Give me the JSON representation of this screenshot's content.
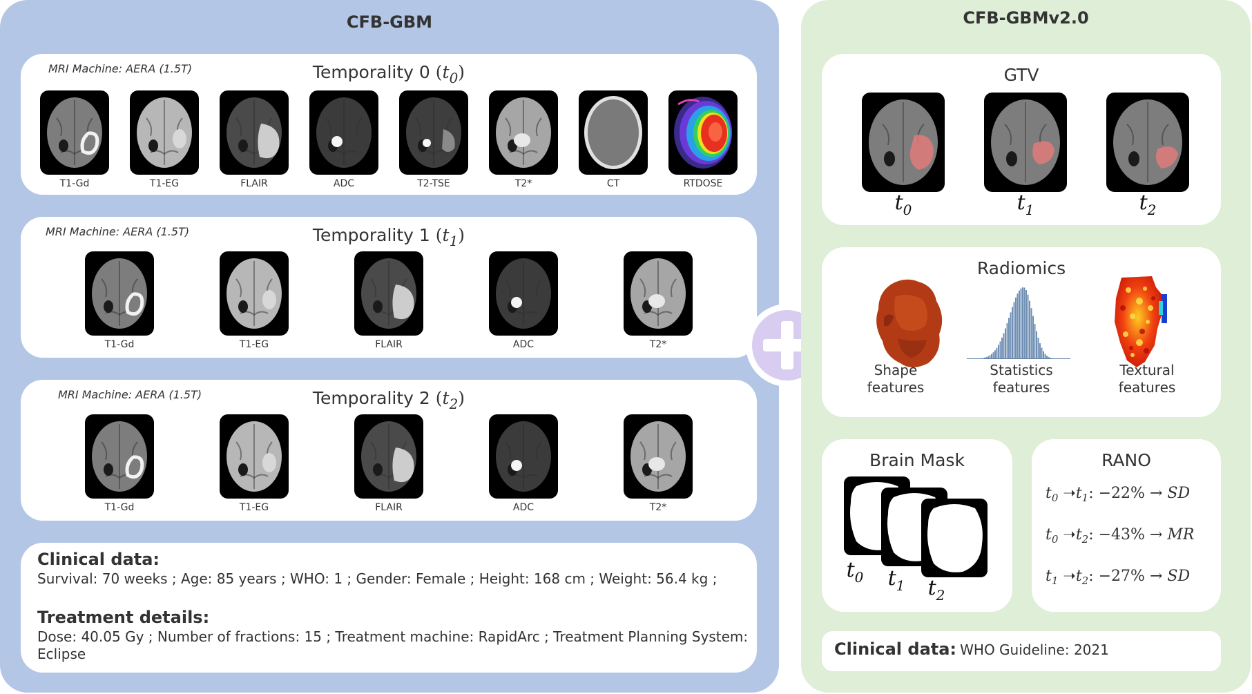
{
  "left": {
    "title": "CFB-GBM",
    "temporalities": [
      {
        "machine": "MRI Machine: AERA (1.5T)",
        "title": "Temporality 0",
        "sub": "0",
        "scans": [
          "T1-Gd",
          "T1-EG",
          "FLAIR",
          "ADC",
          "T2-TSE",
          "T2*",
          "CT",
          "RTDOSE"
        ]
      },
      {
        "machine": "MRI Machine: AERA (1.5T)",
        "title": "Temporality 1",
        "sub": "1",
        "scans": [
          "T1-Gd",
          "T1-EG",
          "FLAIR",
          "ADC",
          "T2*"
        ]
      },
      {
        "machine": "MRI Machine: AERA (1.5T)",
        "title": "Temporality 2",
        "sub": "2",
        "scans": [
          "T1-Gd",
          "T1-EG",
          "FLAIR",
          "ADC",
          "T2*"
        ]
      }
    ],
    "clinical": {
      "heading": "Clinical data:",
      "text": "Survival: 70 weeks ; Age: 85 years ; WHO: 1 ; Gender: Female ; Height: 168 cm ; Weight: 56.4 kg ;"
    },
    "treatment": {
      "heading": "Treatment details:",
      "text": "Dose: 40.05 Gy ; Number of fractions: 15 ; Treatment machine: RapidArc ; Treatment Planning System: Eclipse"
    }
  },
  "right": {
    "title": "CFB-GBMv2.0",
    "gtv": {
      "title": "GTV",
      "labels": [
        "0",
        "1",
        "2"
      ]
    },
    "radiomics": {
      "title": "Radiomics",
      "features": [
        {
          "line1": "Shape",
          "line2": "features"
        },
        {
          "line1": "Statistics",
          "line2": "features"
        },
        {
          "line1": "Textural",
          "line2": "features"
        }
      ]
    },
    "brain_mask": {
      "title": "Brain Mask",
      "labels": [
        "0",
        "1",
        "2"
      ]
    },
    "rano": {
      "title": "RANO",
      "rows": [
        {
          "from": "0",
          "to": "1",
          "change": "−22%",
          "result": "SD"
        },
        {
          "from": "0",
          "to": "2",
          "change": "−43%",
          "result": "MR"
        },
        {
          "from": "1",
          "to": "2",
          "change": "−27%",
          "result": "SD"
        }
      ]
    },
    "clinical": {
      "heading": "Clinical data:",
      "text": "WHO Guideline: 2021"
    }
  },
  "colors": {
    "left_panel": "#b3c6e5",
    "right_panel": "#dfeed7",
    "plus_circle": "#d9ccf1",
    "card": "#ffffff"
  }
}
